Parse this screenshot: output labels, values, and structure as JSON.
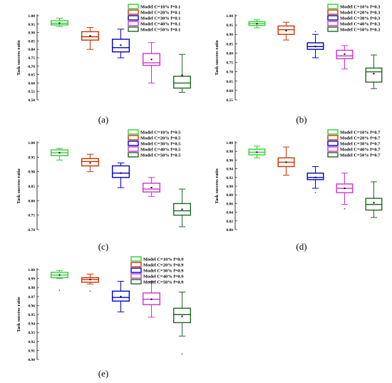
{
  "colors": [
    "#33cc33",
    "#cc3300",
    "#0000cc",
    "#cc33cc",
    "#226622"
  ],
  "legend_fills": [
    "#ffffff",
    "#ffffff",
    "#ffffff",
    "#ffffff",
    "#ffffff"
  ],
  "chart_data": [
    {
      "type": "box",
      "panel": "(a)",
      "ylabel": "Task success ratio",
      "ylim": [
        0.5,
        1.0
      ],
      "yticks": [
        "0.50",
        "0.55",
        "0.60",
        "0.65",
        "0.70",
        "0.75",
        "0.80",
        "0.85",
        "0.90",
        "0.95",
        "1.00"
      ],
      "series": [
        {
          "name": "Model C=10% f=0.1",
          "min": 0.935,
          "q1": 0.945,
          "median": 0.955,
          "q3": 0.97,
          "max": 0.985,
          "mean": 0.956,
          "outliers": []
        },
        {
          "name": "Model C=20% f=0.1",
          "min": 0.8,
          "q1": 0.855,
          "median": 0.875,
          "q3": 0.905,
          "max": 0.93,
          "mean": 0.88,
          "outliers": []
        },
        {
          "name": "Model C=30% f=0.1",
          "min": 0.75,
          "q1": 0.785,
          "median": 0.81,
          "q3": 0.86,
          "max": 0.92,
          "mean": 0.825,
          "outliers": []
        },
        {
          "name": "Model C=40% f=0.1",
          "min": 0.6,
          "q1": 0.705,
          "median": 0.72,
          "q3": 0.775,
          "max": 0.84,
          "mean": 0.74,
          "outliers": []
        },
        {
          "name": "Model C=50% f=0.1",
          "min": 0.545,
          "q1": 0.57,
          "median": 0.6,
          "q3": 0.64,
          "max": 0.77,
          "mean": 0.645,
          "outliers": []
        }
      ]
    },
    {
      "type": "box",
      "panel": "(b)",
      "ylabel": "Task success ratio",
      "ylim": [
        0.55,
        1.0
      ],
      "yticks": [
        "0.55",
        "0.60",
        "0.65",
        "0.70",
        "0.75",
        "0.80",
        "0.85",
        "0.90",
        "0.95",
        "1.00"
      ],
      "series": [
        {
          "name": "Model C=10% f=0.3",
          "min": 0.935,
          "q1": 0.948,
          "median": 0.958,
          "q3": 0.968,
          "max": 0.978,
          "mean": 0.957,
          "outliers": []
        },
        {
          "name": "Model C=20% f=0.3",
          "min": 0.87,
          "q1": 0.9,
          "median": 0.925,
          "q3": 0.945,
          "max": 0.965,
          "mean": 0.92,
          "outliers": []
        },
        {
          "name": "Model C=30% f=0.3",
          "min": 0.775,
          "q1": 0.82,
          "median": 0.835,
          "q3": 0.855,
          "max": 0.9,
          "mean": 0.835,
          "outliers": [
            0.915
          ]
        },
        {
          "name": "Model C=40% f=0.3",
          "min": 0.715,
          "q1": 0.77,
          "median": 0.785,
          "q3": 0.815,
          "max": 0.84,
          "mean": 0.795,
          "outliers": []
        },
        {
          "name": "Model C=50% f=0.3",
          "min": 0.61,
          "q1": 0.645,
          "median": 0.7,
          "q3": 0.72,
          "max": 0.79,
          "mean": 0.69,
          "outliers": []
        }
      ]
    },
    {
      "type": "box",
      "panel": "(c)",
      "ylabel": "Task success ratio",
      "ylim": [
        0.7,
        1.0
      ],
      "yticks": [
        "0.70",
        "0.75",
        "0.80",
        "0.85",
        "0.90",
        "0.95",
        "1.00"
      ],
      "series": [
        {
          "name": "Model C=10% f=0.5",
          "min": 0.94,
          "q1": 0.955,
          "median": 0.965,
          "q3": 0.975,
          "max": 0.98,
          "mean": 0.965,
          "outliers": []
        },
        {
          "name": "Model C=20% f=0.5",
          "min": 0.9,
          "q1": 0.92,
          "median": 0.935,
          "q3": 0.945,
          "max": 0.96,
          "mean": 0.93,
          "outliers": []
        },
        {
          "name": "Model C=30% f=0.5",
          "min": 0.845,
          "q1": 0.88,
          "median": 0.895,
          "q3": 0.92,
          "max": 0.93,
          "mean": 0.895,
          "outliers": []
        },
        {
          "name": "Model C=40% f=0.5",
          "min": 0.815,
          "q1": 0.83,
          "median": 0.84,
          "q3": 0.86,
          "max": 0.88,
          "mean": 0.845,
          "outliers": []
        },
        {
          "name": "Model C=50% f=0.5",
          "min": 0.71,
          "q1": 0.75,
          "median": 0.765,
          "q3": 0.79,
          "max": 0.84,
          "mean": 0.77,
          "outliers": []
        }
      ]
    },
    {
      "type": "box",
      "panel": "(d)",
      "ylabel": "Task success ratio",
      "ylim": [
        0.8,
        1.0
      ],
      "yticks": [
        "0.80",
        "0.82",
        "0.84",
        "0.86",
        "0.88",
        "0.90",
        "0.92",
        "0.94",
        "0.96",
        "0.98",
        "1.00"
      ],
      "series": [
        {
          "name": "Model C=10% f=0.7",
          "min": 0.965,
          "q1": 0.972,
          "median": 0.978,
          "q3": 0.985,
          "max": 0.992,
          "mean": 0.978,
          "outliers": []
        },
        {
          "name": "Model C=20% f=0.7",
          "min": 0.925,
          "q1": 0.945,
          "median": 0.955,
          "q3": 0.965,
          "max": 0.99,
          "mean": 0.955,
          "outliers": []
        },
        {
          "name": "Model C=30% f=0.7",
          "min": 0.895,
          "q1": 0.915,
          "median": 0.92,
          "q3": 0.93,
          "max": 0.945,
          "mean": 0.92,
          "outliers": [
            0.885
          ]
        },
        {
          "name": "Model C=40% f=0.7",
          "min": 0.858,
          "q1": 0.885,
          "median": 0.895,
          "q3": 0.905,
          "max": 0.93,
          "mean": 0.895,
          "outliers": [
            0.848
          ]
        },
        {
          "name": "Model C=50% f=0.7",
          "min": 0.828,
          "q1": 0.845,
          "median": 0.858,
          "q3": 0.872,
          "max": 0.91,
          "mean": 0.862,
          "outliers": []
        }
      ]
    },
    {
      "type": "box",
      "panel": "(e)",
      "ylabel": "Task success ratio",
      "ylim": [
        0.9,
        1.0
      ],
      "yticks": [
        "0.90",
        "0.91",
        "0.92",
        "0.93",
        "0.94",
        "0.95",
        "0.96",
        "0.97",
        "0.98",
        "0.99",
        "1.00"
      ],
      "series": [
        {
          "name": "Model C=10% f=0.9",
          "min": 0.99,
          "q1": 0.991,
          "median": 0.994,
          "q3": 0.997,
          "max": 0.999,
          "mean": 0.994,
          "outliers": [
            0.977
          ]
        },
        {
          "name": "Model C=20% f=0.9",
          "min": 0.984,
          "q1": 0.986,
          "median": 0.989,
          "q3": 0.991,
          "max": 0.995,
          "mean": 0.989,
          "outliers": [
            0.976
          ]
        },
        {
          "name": "Model C=30% f=0.9",
          "min": 0.953,
          "q1": 0.965,
          "median": 0.969,
          "q3": 0.976,
          "max": 0.987,
          "mean": 0.97,
          "outliers": []
        },
        {
          "name": "Model C=40% f=0.9",
          "min": 0.947,
          "q1": 0.961,
          "median": 0.967,
          "q3": 0.974,
          "max": 0.987,
          "mean": 0.967,
          "outliers": []
        },
        {
          "name": "Model C=50% f=0.9",
          "min": 0.926,
          "q1": 0.941,
          "median": 0.95,
          "q3": 0.957,
          "max": 0.975,
          "mean": 0.948,
          "outliers": [
            0.906
          ]
        }
      ]
    }
  ]
}
